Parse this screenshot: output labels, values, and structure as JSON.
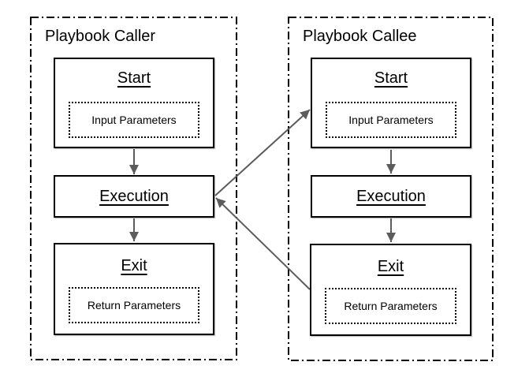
{
  "diagram": {
    "containers": [
      {
        "id": "playbook-caller",
        "label": "Playbook Caller",
        "nodes": [
          {
            "id": "caller-start",
            "title": "Start",
            "param": "Input Parameters"
          },
          {
            "id": "caller-execution",
            "title": "Execution",
            "param": null
          },
          {
            "id": "caller-exit",
            "title": "Exit",
            "param": "Return Parameters"
          }
        ]
      },
      {
        "id": "playbook-callee",
        "label": "Playbook Callee",
        "nodes": [
          {
            "id": "callee-start",
            "title": "Start",
            "param": "Input Parameters"
          },
          {
            "id": "callee-execution",
            "title": "Execution",
            "param": null
          },
          {
            "id": "callee-exit",
            "title": "Exit",
            "param": "Return Parameters"
          }
        ]
      }
    ],
    "edges": [
      {
        "from": "caller-start",
        "to": "caller-execution"
      },
      {
        "from": "caller-execution",
        "to": "caller-exit"
      },
      {
        "from": "callee-start",
        "to": "callee-execution"
      },
      {
        "from": "callee-execution",
        "to": "callee-exit"
      },
      {
        "from": "caller-execution",
        "to": "callee-start"
      },
      {
        "from": "callee-exit",
        "to": "caller-execution"
      }
    ],
    "colors": {
      "background": "#ffffff",
      "box_border": "#000000",
      "container_border": "#000000",
      "arrow": "#5c5c5c",
      "text": "#000000"
    }
  }
}
